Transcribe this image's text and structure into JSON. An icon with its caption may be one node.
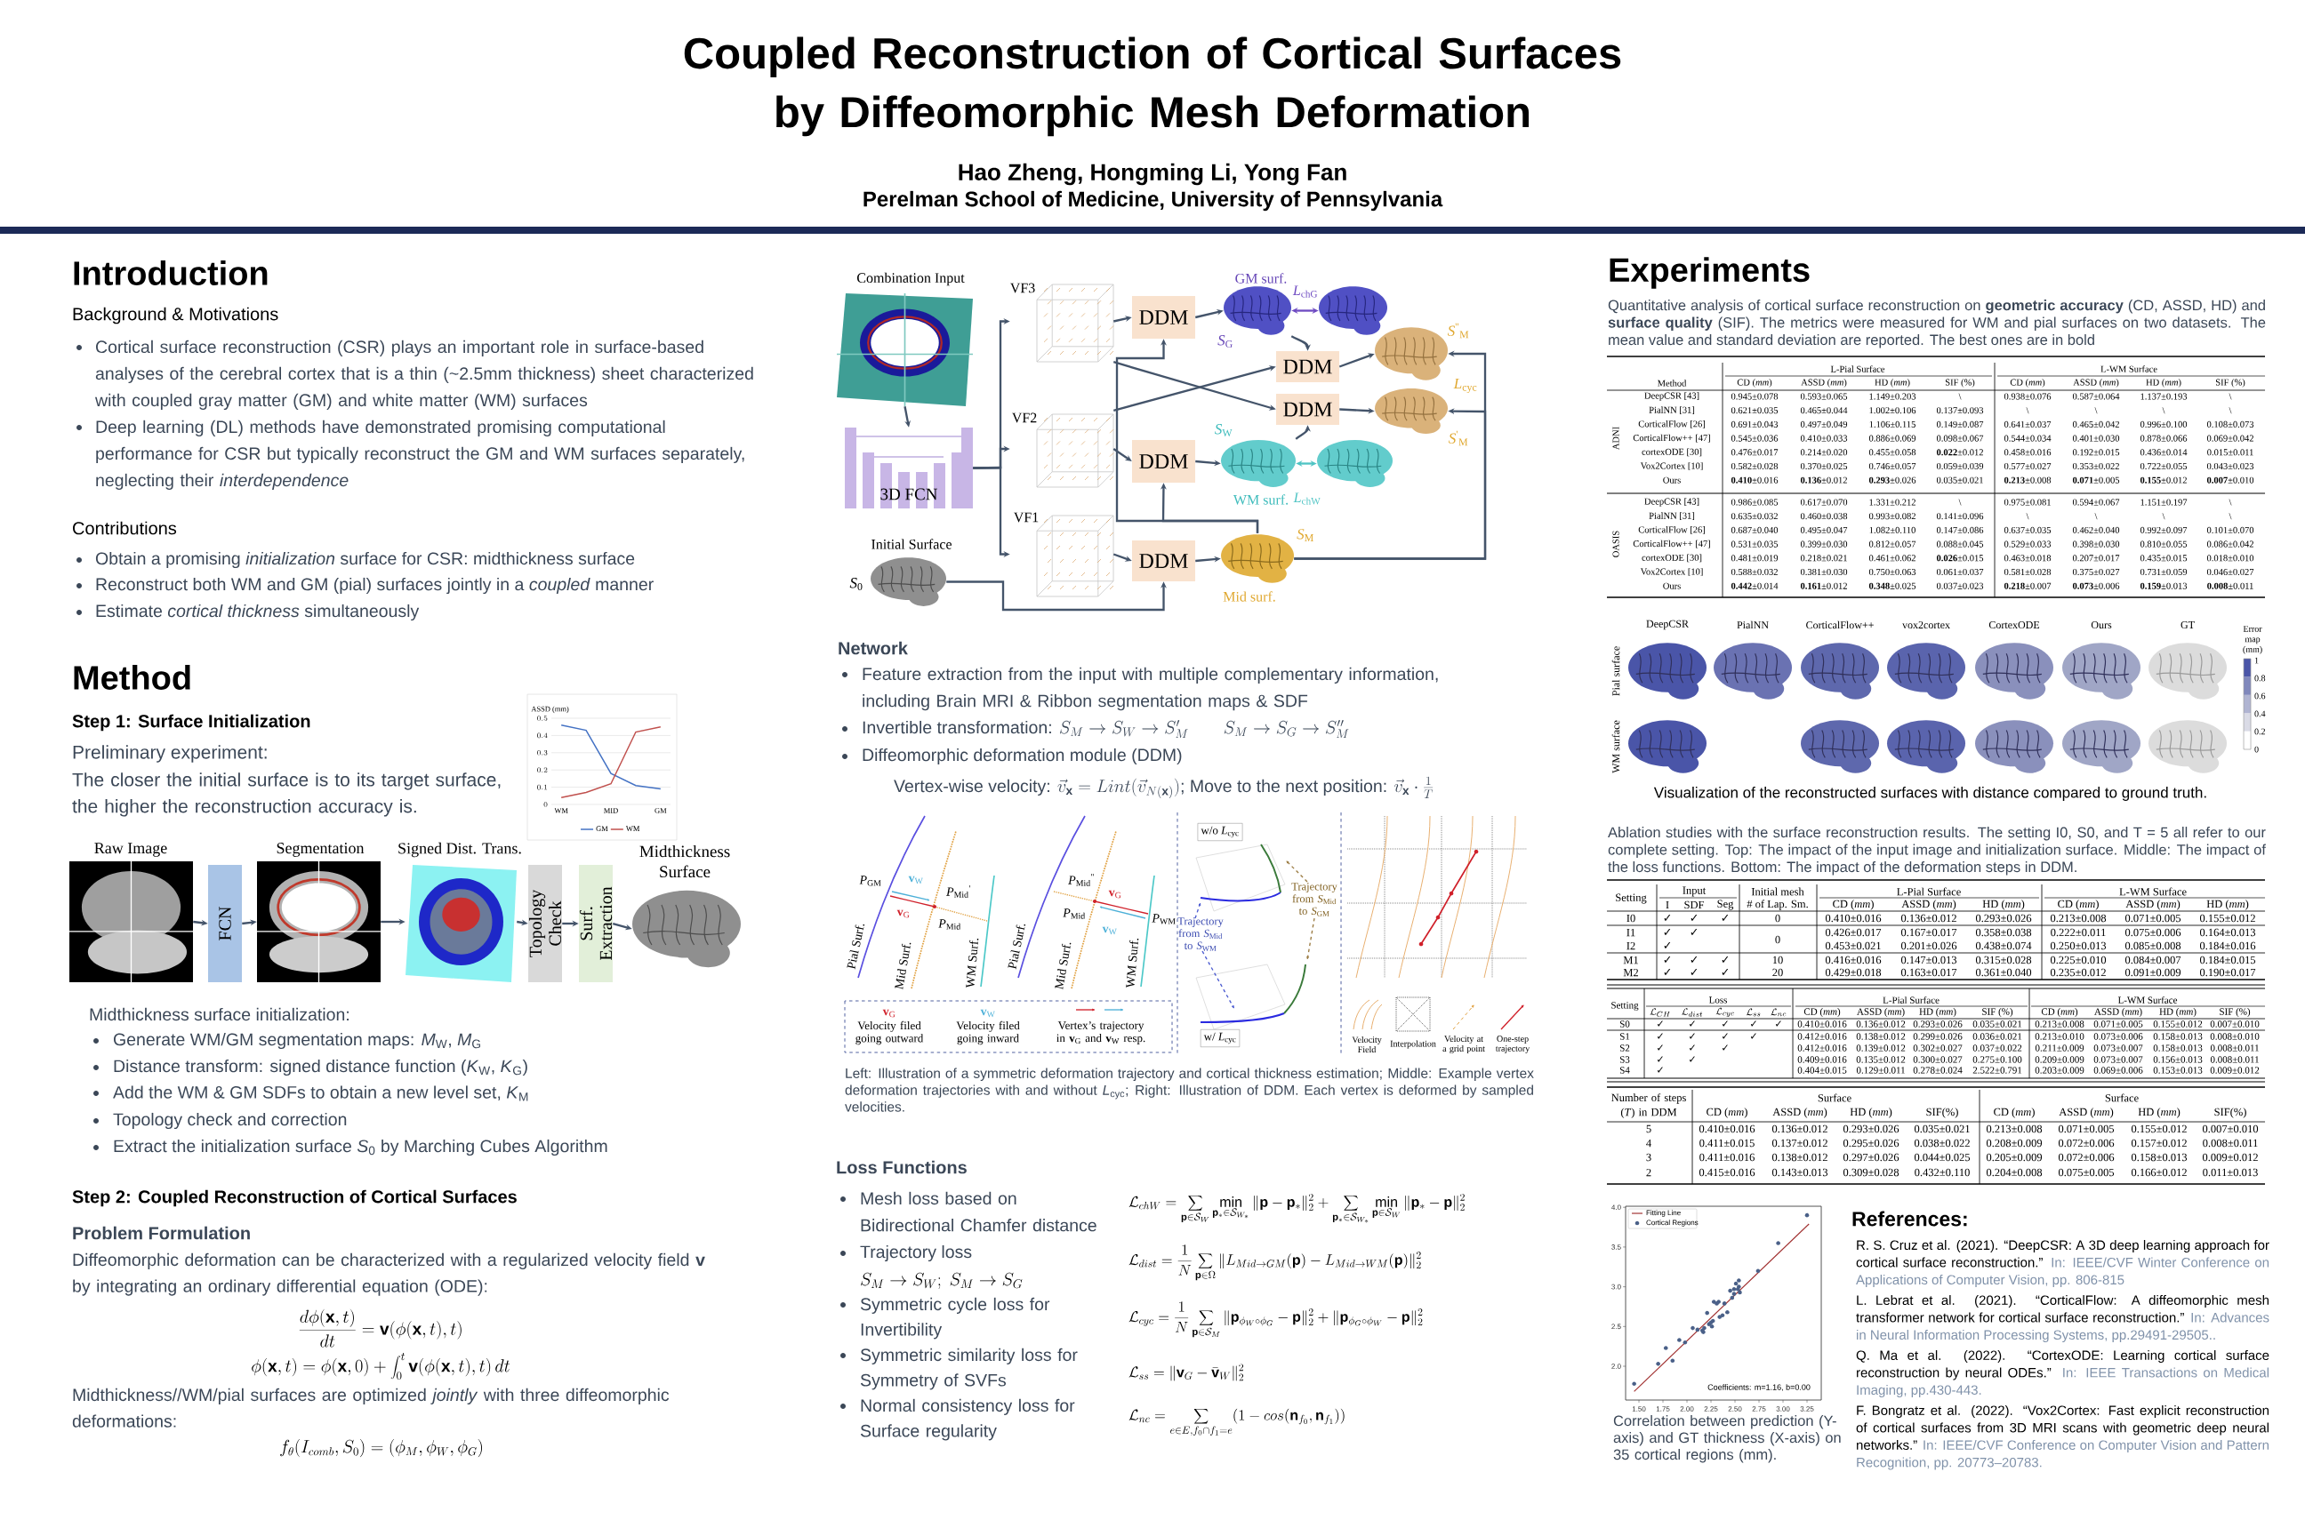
{
  "diagram": {
    "title": "Coupled Reconstruction of Cortical Surfaces by Diffeomorphic Mesh Deformation",
    "nodes": [
      {
        "text": [],
        "shape": "picture",
        "beside": [
          "Raw Image"
        ]
      },
      {
        "text": [
          "FCN"
        ]
      },
      {
        "text": [],
        "shape": "picture",
        "beside": [
          "Segmentation"
        ]
      },
      {
        "text": [],
        "shape": "picture",
        "beside": [
          "Signed Dist. Trans."
        ]
      },
      {
        "text": [
          "Topology Check"
        ]
      },
      {
        "text": [
          "Surf. Extraction"
        ]
      },
      {
        "text": [],
        "shape": "picture",
        "beside": [
          "Midthickness Surface"
        ]
      },
      {
        "text": [],
        "shape": "picture",
        "beside": [
          "Combination Input"
        ]
      },
      {
        "text": [
          "3D FCN"
        ]
      },
      {
        "text": [
          "VF3"
        ]
      },
      {
        "text": [
          "VF2"
        ]
      },
      {
        "text": [
          "VF1"
        ]
      },
      {
        "text": [],
        "shape": "picture",
        "beside": [
          "Initial Surface",
          "*S*$_{0}$"
        ]
      },
      {
        "text": [
          "DDM"
        ]
      },
      {
        "text": [
          "DDM"
        ]
      },
      {
        "text": [
          "DDM"
        ]
      },
      {
        "text": [
          "DDM"
        ]
      },
      {
        "text": [
          "DDM"
        ]
      },
      {
        "text": [],
        "shape": "picture",
        "beside": [
          "GM surf.",
          "*S*$_{G}$"
        ]
      },
      {
        "text": [],
        "shape": "picture"
      },
      {
        "text": [],
        "shape": "picture",
        "beside": [
          "*S*$^{''}$$_{M}$"
        ]
      },
      {
        "text": [],
        "shape": "picture",
        "beside": [
          "*S*$^{'}$$_{M}$"
        ]
      },
      {
        "text": [],
        "shape": "picture",
        "beside": [
          "*S*$_{W}$",
          "WM surf."
        ]
      },
      {
        "text": [],
        "shape": "picture"
      },
      {
        "text": [],
        "shape": "picture",
        "beside": [
          "*S*$_{M}$",
          "Mid surf."
        ]
      }
    ],
    "edges": [
      {
        "from": 0,
        "to": 1,
        "arrow": "to"
      },
      {
        "from": 1,
        "to": 2,
        "arrow": "to"
      },
      {
        "from": 2,
        "to": 3,
        "arrow": "to"
      },
      {
        "from": 3,
        "to": 4,
        "arrow": "to"
      },
      {
        "from": 4,
        "to": 5,
        "arrow": "to"
      },
      {
        "from": 5,
        "to": 6,
        "arrow": "to"
      },
      {
        "from": 7,
        "to": 8,
        "arrow": "to"
      },
      {
        "from": 8,
        "to": 9,
        "arrow": "to"
      },
      {
        "from": 8,
        "to": 10,
        "arrow": "to"
      },
      {
        "from": 8,
        "to": 11,
        "arrow": "to"
      },
      {
        "from": 9,
        "to": 13,
        "arrow": "to"
      },
      {
        "from": 13,
        "to": 18,
        "arrow": "to"
      },
      {
        "from": 18,
        "to": 19,
        "arrow": "both",
        "label": "*L*$_{chG}$",
        "color": "#6f4bc2"
      },
      {
        "from": 18,
        "to": 14,
        "arrow": "to"
      },
      {
        "from": 9,
        "to": 15,
        "arrow": "to"
      },
      {
        "from": 10,
        "to": 14,
        "arrow": "to"
      },
      {
        "from": 10,
        "to": 16,
        "arrow": "to"
      },
      {
        "from": 16,
        "to": 22,
        "arrow": "to"
      },
      {
        "from": 22,
        "to": 23,
        "arrow": "both",
        "label": "*L*$_{chW}$",
        "color": "#4fc4c4"
      },
      {
        "from": 22,
        "to": 15,
        "arrow": "to"
      },
      {
        "from": 14,
        "to": 20,
        "arrow": "to"
      },
      {
        "from": 15,
        "to": 21,
        "arrow": "to"
      },
      {
        "from": 11,
        "to": 17,
        "arrow": "to"
      },
      {
        "from": 17,
        "to": 24,
        "arrow": "to"
      },
      {
        "from": 12,
        "to": 17,
        "arrow": "to"
      },
      {
        "from": 24,
        "to": 13,
        "arrow": "to"
      },
      {
        "from": 24,
        "to": 16,
        "arrow": "to"
      },
      {
        "from": 24,
        "to": 20,
        "arrow": "to"
      },
      {
        "from": 24,
        "to": 21,
        "arrow": "to"
      }
    ],
    "labels": [
      "Hao Zheng, Hongming Li, Yong Fan",
      "Perelman School of Medicine, University of Pennsylvania",
      "Introduction",
      "Background & Motivations",
      "Cortical surface reconstruction (CSR) plays an important role in surface-based analyses of the cerebral cortex that is a thin (~2.5mm thickness) sheet characterized with coupled gray matter (GM) and white matter (WM) surfaces",
      "Deep learning (DL) methods have demonstrated promising computational performance for CSR but typically reconstruct the GM and WM surfaces separately, neglecting their *interdependence*",
      "Contributions",
      "Obtain a promising *initialization* surface for CSR: midthickness surface",
      "Reconstruct both WM and GM (pial) surfaces jointly in a *coupled* manner",
      "Estimate *cortical thickness* simultaneously",
      "Method",
      "Step 1: Surface Initialization",
      "Preliminary experiment:",
      "The closer the initial surface is to its target surface, the higher the reconstruction accuracy is.",
      "Midthickness surface initialization:",
      "Generate WM/GM segmentation maps: *M*$_{W}$, *M*$_{G}$",
      "Distance transform: signed distance function (*K*$_{W}$, *K*$_{G}$)",
      "Add the WM & GM SDFs to obtain a new level set, *K*$_{M}$",
      "Topology check and correction",
      "Extract the initialization surface *S*$_{0}$ by Marching Cubes Algorithm",
      "Step 2: Coupled Reconstruction of Cortical Surfaces",
      "Problem Formulation",
      "Diffeomorphic deformation can be characterized with a regularized velocity field **v** by integrating an ordinary differential equation (ODE):",
      "\\frac{d\\phi(\\mathbf{x},t)}{dt}=\\mathbf{v}(\\phi(\\mathbf{x},t),t)",
      "\\phi(\\mathbf{x},t)=\\phi(\\mathbf{x},0)+\\int_0^t\\mathbf{v}(\\phi(\\mathbf{x},t),t)\\,dt",
      "Midthickness//WM/pial surfaces are optimized *jointly* with three diffeomorphic deformations:",
      "f_\\theta(I_{comb},S_0)=(\\phi_M,\\phi_W,\\phi_G)",
      "*L*$_{cyc}$",
      "Network",
      "Feature extraction from the input with multiple complementary information, including Brain MRI & Ribbon segmentation maps & SDF",
      "Invertible transformation:",
      "S_M\\rightarrow S_W\\rightarrow S'_M\\qquad S_M\\rightarrow S_G\\rightarrow S''_M",
      "Diffeomorphic deformation module (DDM)",
      "Vertex-wise velocity:",
      "\\vec{v}_{\\mathbf{x}}=Lint(\\vec{v}_{N(\\mathbf{x})})",
      "; Move to the next position:",
      "\\vec{v}_{\\mathbf{x}}\\cdot\\frac{1}{T}",
      "*P*$_{GM}$",
      "**v**$_{W}$",
      "*P*$_{Mid}$$^{'}$",
      "**v**$_{G}$",
      "*P*$_{Mid}$",
      "Pial Surf.",
      "Mid Surf.",
      "WM Surf.",
      "*P*$_{Mid}$$^{''}$",
      "**v**$_{G}$",
      "*P*$_{WM}$",
      "*P*$_{Mid}$",
      "**v**$_{W}$",
      "Pial Surf.",
      "Mid Surf.",
      "WM Surf.",
      "**v**$_{G}$",
      "Velocity filed going outward",
      "**v**$_{W}$",
      "Velocity filed going inward",
      "Vertex’s trajectory in **v**$_{G}$ and **v**$_{W}$ resp.",
      "w/o *L*$_{cyc}$",
      "Trajectory from *S*$_{Mid}$ to *S*$_{GM}$",
      "Trajectory from *S*$_{Mid}$ to *S*$_{WM}$",
      "w/ *L*$_{cyc}$",
      "Velocity Field",
      "Interpolation",
      "Velocity at a grid point",
      "One-step trajectory",
      "Left: Illustration of a symmetric deformation trajectory and cortical thickness estimation; Middle: Example vertex deformation trajectories with and without *L*$_{cyc}$; Right: Illustration of DDM. Each vertex is deformed by sampled velocities.",
      "Loss Functions",
      "Mesh loss based on Bidirectional Chamfer distance",
      "Trajectory loss",
      "S_M\\rightarrow S_W;\\ S_M\\rightarrow S_G",
      "Symmetric cycle loss for Invertibility",
      "Symmetric similarity loss for Symmetry of SVFs",
      "Normal consistency loss for Surface regularity",
      "\\mathcal{L}_{chW}=\\sum_{\\mathbf{p}\\in\\mathcal{S}_W}\\min_{\\mathbf{p}_*\\in\\mathcal{S}_{W_*}}\\|\\mathbf{p}-\\mathbf{p}_*\\|_2^2+\\sum_{\\mathbf{p}_*\\in\\mathcal{S}_{W_*}}\\min_{\\mathbf{p}\\in\\mathcal{S}_W}\\|\\mathbf{p}_*-\\mathbf{p}\\|_2^2",
      "\\mathcal{L}_{dist}=\\frac{1}{N}\\sum_{\\mathbf{p}\\in\\Omega}\\|L_{Mid\\to GM}(\\mathbf{p})-L_{Mid\\to WM}(\\mathbf{p})\\|_2^2",
      "\\mathcal{L}_{cyc}=\\frac{1}{N}\\sum_{\\mathbf{p}\\in\\mathcal{S}_M}\\|\\mathbf{p}_{\\phi_W\\circ\\phi_G}-\\mathbf{p}\\|_2^2+\\|\\mathbf{p}_{\\phi_G\\circ\\phi_W}-\\mathbf{p}\\|_2^2",
      "\\mathcal{L}_{ss}=\\|\\mathbf{v}_G-\\bar{\\mathbf{v}}_W\\|_2^2",
      "\\mathcal{L}_{nc}=\\sum_{e\\in E,f_0\\cap f_1=e}(1-cos(\\mathbf{n}_{f_0},\\mathbf{n}_{f_1}))",
      "Experiments",
      "Quantitative analysis of cortical surface reconstruction on **geometric accuracy** (CD, ASSD, HD) and **surface quality** (SIF). The metrics were measured for WM and pial surfaces on two datasets. The mean value and standard deviation are reported. The best ones are in bold",
      "L-Pial Surface",
      "L-WM Surface",
      "Method",
      "CD (*mm*)",
      "ASSD (*mm*)",
      "HD (*mm*)",
      "SIF (%)",
      "CD (*mm*)",
      "ASSD (*mm*)",
      "HD (*mm*)",
      "SIF (%)",
      "ADNI",
      "DeepCSR [43]",
      "0.945±0.078",
      "0.593±0.065",
      "1.149±0.203",
      "\\",
      "0.938±0.076",
      "0.587±0.064",
      "1.137±0.193",
      "\\",
      "PialNN [31]",
      "0.621±0.035",
      "0.465±0.044",
      "1.002±0.106",
      "0.137±0.093",
      "\\",
      "\\",
      "\\",
      "\\",
      "CorticalFlow [26]",
      "0.691±0.043",
      "0.497±0.049",
      "1.106±0.115",
      "0.149±0.087",
      "0.641±0.037",
      "0.465±0.042",
      "0.996±0.100",
      "0.108±0.073",
      "CorticalFlow++ [47]",
      "0.545±0.036",
      "0.410±0.033",
      "0.886±0.069",
      "0.098±0.067",
      "0.544±0.034",
      "0.401±0.030",
      "0.878±0.066",
      "0.069±0.042",
      "cortexODE [30]",
      "0.476±0.017",
      "0.214±0.020",
      "0.455±0.058",
      "**0.022**±0.012",
      "0.458±0.016",
      "0.192±0.015",
      "0.436±0.014",
      "0.015±0.011",
      "Vox2Cortex [10]",
      "0.582±0.028",
      "0.370±0.025",
      "0.746±0.057",
      "0.059±0.039",
      "0.577±0.027",
      "0.353±0.022",
      "0.722±0.055",
      "0.043±0.023",
      "Ours",
      "**0.410**±0.016",
      "**0.136**±0.012",
      "**0.293**±0.026",
      "0.035±0.021",
      "**0.213**±0.008",
      "**0.071**±0.005",
      "**0.155**±0.012",
      "**0.007**±0.010",
      "OASIS",
      "DeepCSR [43]",
      "0.986±0.085",
      "0.617±0.070",
      "1.331±0.212",
      "\\",
      "0.975±0.081",
      "0.594±0.067",
      "1.151±0.197",
      "\\",
      "PialNN [31]",
      "0.635±0.032",
      "0.460±0.038",
      "0.993±0.082",
      "0.141±0.096",
      "\\",
      "\\",
      "\\",
      "\\",
      "CorticalFlow [26]",
      "0.687±0.040",
      "0.495±0.047",
      "1.082±0.110",
      "0.147±0.086",
      "0.637±0.035",
      "0.462±0.040",
      "0.992±0.097",
      "0.101±0.070",
      "CorticalFlow++ [47]",
      "0.531±0.035",
      "0.399±0.030",
      "0.812±0.057",
      "0.088±0.045",
      "0.529±0.033",
      "0.398±0.030",
      "0.810±0.055",
      "0.086±0.042",
      "cortexODE [30]",
      "0.481±0.019",
      "0.218±0.021",
      "0.461±0.062",
      "**0.026**±0.015",
      "0.463±0.018",
      "0.207±0.017",
      "0.435±0.015",
      "0.018±0.010",
      "Vox2Cortex [10]",
      "0.588±0.032",
      "0.381±0.030",
      "0.750±0.063",
      "0.061±0.037",
      "0.581±0.028",
      "0.375±0.027",
      "0.731±0.059",
      "0.046±0.027",
      "Ours",
      "**0.442**±0.014",
      "**0.161**±0.012",
      "**0.348**±0.025",
      "0.037±0.023",
      "**0.218**±0.007",
      "**0.073**±0.006",
      "**0.159**±0.013",
      "**0.008**±0.011",
      "DeepCSR",
      "PialNN",
      "CorticalFlow++",
      "vox2cortex",
      "CortexODE",
      "Ours",
      "GT",
      "Pial surface",
      "WM surface",
      "Error map (mm)",
      "1",
      "0.8",
      "0.6",
      "0.4",
      "0.2",
      "0",
      "Visualization of the reconstructed surfaces with distance compared to ground truth.",
      "Ablation studies with the surface reconstruction results. The setting I0, S0, and T = 5 all refer to our complete setting. Top: The impact of the input image and initialization surface. Middle: The impact of the loss functions. Bottom: The impact of the deformation steps in DDM.",
      "Setting",
      "Input",
      "Initial mesh",
      "L-Pial Surface",
      "L-WM Surface",
      "I",
      "SDF",
      "Seg",
      "# of Lap. Sm.",
      "CD (*mm*)",
      "ASSD (*mm*)",
      "HD (*mm*)",
      "CD (*mm*)",
      "ASSD (*mm*)",
      "HD (*mm*)",
      "I0",
      "✓",
      "✓",
      "✓",
      "0",
      "0.410±0.016",
      "0.136±0.012",
      "0.293±0.026",
      "0.213±0.008",
      "0.071±0.005",
      "0.155±0.012",
      "I1",
      "✓",
      "✓",
      "0",
      "0.426±0.017",
      "0.167±0.017",
      "0.358±0.038",
      "0.222±0.011",
      "0.075±0.006",
      "0.164±0.013",
      "I2",
      "✓",
      "0.453±0.021",
      "0.201±0.026",
      "0.438±0.074",
      "0.250±0.013",
      "0.085±0.008",
      "0.184±0.016",
      "M1",
      "✓",
      "✓",
      "✓",
      "10",
      "0.416±0.016",
      "0.147±0.013",
      "0.315±0.028",
      "0.225±0.010",
      "0.084±0.007",
      "0.184±0.015",
      "M2",
      "✓",
      "✓",
      "✓",
      "20",
      "0.429±0.018",
      "0.163±0.017",
      "0.361±0.040",
      "0.235±0.012",
      "0.091±0.009",
      "0.190±0.017",
      "Setting",
      "Loss",
      "L-Pial Surface",
      "L-WM Surface",
      "\\mathcal{L}_{CH}",
      "\\mathcal{L}_{dist}",
      "\\mathcal{L}_{cyc}",
      "\\mathcal{L}_{ss}",
      "\\mathcal{L}_{nc}",
      "CD (*mm*)",
      "ASSD (*mm*)",
      "HD (*mm*)",
      "SIF (%)",
      "CD (*mm*)",
      "ASSD (*mm*)",
      "HD (*mm*)",
      "SIF (%)",
      "S0",
      "✓",
      "✓",
      "✓",
      "✓",
      "✓",
      "0.410±0.016",
      "0.136±0.012",
      "0.293±0.026",
      "0.035±0.021",
      "0.213±0.008",
      "0.071±0.005",
      "0.155±0.012",
      "0.007±0.010",
      "S1",
      "✓",
      "✓",
      "✓",
      "✓",
      "0.412±0.016",
      "0.138±0.012",
      "0.299±0.026",
      "0.036±0.021",
      "0.213±0.010",
      "0.073±0.006",
      "0.158±0.013",
      "0.008±0.010",
      "S2",
      "✓",
      "✓",
      "✓",
      "0.412±0.016",
      "0.139±0.012",
      "0.302±0.027",
      "0.037±0.022",
      "0.211±0.009",
      "0.073±0.007",
      "0.158±0.013",
      "0.008±0.011",
      "S3",
      "✓",
      "✓",
      "0.409±0.016",
      "0.135±0.012",
      "0.300±0.027",
      "0.275±0.100",
      "0.209±0.009",
      "0.073±0.007",
      "0.156±0.013",
      "0.008±0.011",
      "S4",
      "✓",
      "0.404±0.015",
      "0.129±0.011",
      "0.278±0.024",
      "2.522±0.791",
      "0.203±0.009",
      "0.069±0.006",
      "0.153±0.013",
      "0.009±0.012",
      "Number of steps (*T*) in DDM",
      "Surface",
      "Surface",
      "CD (*mm*)",
      "ASSD (*mm*)",
      "HD (*mm*)",
      "SIF(%)",
      "CD (*mm*)",
      "ASSD (*mm*)",
      "HD (*mm*)",
      "SIF(%)",
      "5",
      "0.410±0.016",
      "0.136±0.012",
      "0.293±0.026",
      "0.035±0.021",
      "0.213±0.008",
      "0.071±0.005",
      "0.155±0.012",
      "0.007±0.010",
      "4",
      "0.411±0.015",
      "0.137±0.012",
      "0.295±0.026",
      "0.038±0.022",
      "0.208±0.009",
      "0.072±0.006",
      "0.157±0.012",
      "0.008±0.011",
      "3",
      "0.411±0.016",
      "0.138±0.012",
      "0.297±0.026",
      "0.044±0.025",
      "0.205±0.009",
      "0.072±0.006",
      "0.158±0.013",
      "0.009±0.012",
      "2",
      "0.415±0.016",
      "0.143±0.013",
      "0.309±0.028",
      "0.432±0.110",
      "0.204±0.008",
      "0.075±0.005",
      "0.166±0.012",
      "0.011±0.013",
      "1.50",
      "1.75",
      "2.00",
      "2.25",
      "2.50",
      "2.75",
      "3.00",
      "3.25",
      "2.0",
      "2.5",
      "3.0",
      "3.5",
      "4.0",
      "Coefficients: m=1.16, b=0.00",
      "Correlation between prediction (Y-axis) and GT thickness (X-axis) on 35 cortical regions (mm).",
      "References:",
      "R. S. Cruz et al. (2021). “DeepCSR: A 3D deep learning approach for cortical surface reconstruction.”",
      "In: IEEE/CVF Winter Conference on Applications of Computer Vision, pp. 806-815",
      "L. Lebrat et al. (2021). “CorticalFlow: A diffeomorphic mesh transformer network for cortical surface reconstruction.”",
      "In: Advances in Neural Information Processing Systems, pp.29491-29505..",
      "Q. Ma et al. (2022). “CortexODE: Learning cortical surface reconstruction by neural ODEs.”",
      "In: IEEE Transactions on Medical Imaging, pp.430-443.",
      "F. Bongratz et al. (2022). “Vox2Cortex: Fast explicit reconstruction of cortical surfaces from 3D MRI scans with geometric deep neural networks.”",
      "In: IEEE/CVF Conference on Computer Vision and Pattern Recognition, pp. 20773–20783."
    ],
    "legend": [
      {
        "text": "Fitting Line"
      },
      {
        "text": "Cortical Regions"
      }
    ],
    "chart_data": {
      "type": "line",
      "ylabel": "ASSD (mm)",
      "categories": [
        "WM",
        null,
        "MID",
        null,
        "GM"
      ],
      "ylim": [
        0,
        0.5
      ],
      "yticks": [
        0,
        0.1,
        0.2,
        0.3,
        0.4,
        0.5
      ],
      "grid": true,
      "legend": "bottom",
      "series": [
        {
          "name": "GM",
          "color": "#4472c4",
          "values": [
            0.46,
            0.43,
            0.18,
            0.11,
            0.09
          ]
        },
        {
          "name": "WM",
          "color": "#c0504d",
          "values": [
            0.04,
            0.07,
            0.12,
            0.42,
            0.45
          ]
        }
      ]
    }
  }
}
